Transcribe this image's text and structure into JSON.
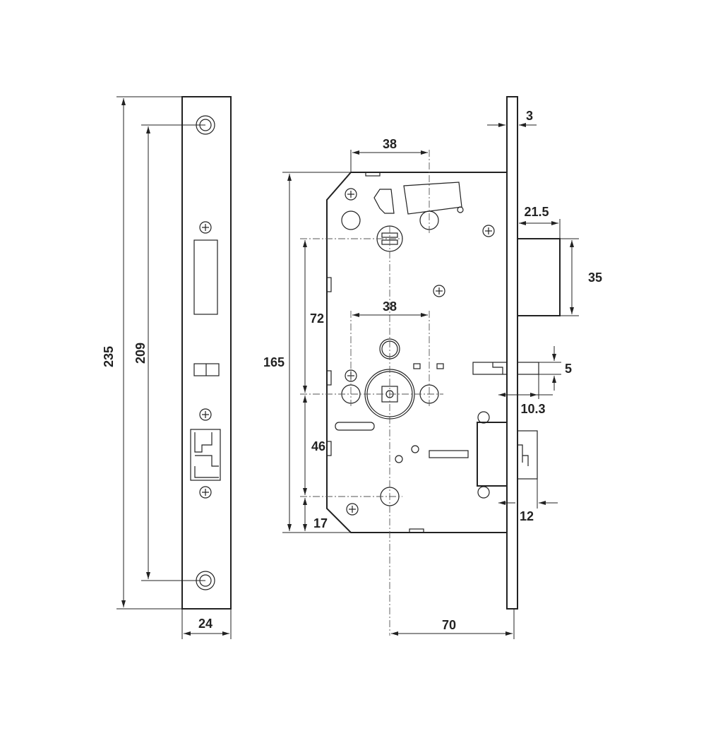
{
  "faceplate_view": {
    "dimensions": {
      "total_height": "235",
      "screw_spacing": "209",
      "width": "24"
    }
  },
  "side_view": {
    "dimensions": {
      "faceplate_thickness": "3",
      "top_hole_spacing": "38",
      "deadbolt_throw": "21.5",
      "deadbolt_height": "35",
      "upper_to_follower": "72",
      "case_height": "165",
      "handle_hole_spacing": "38",
      "latch_height": "5",
      "latch_throw": "10.3",
      "follower_to_lower": "46",
      "lower_to_bottom": "17",
      "bolt_throw": "12",
      "backset": "70"
    }
  }
}
